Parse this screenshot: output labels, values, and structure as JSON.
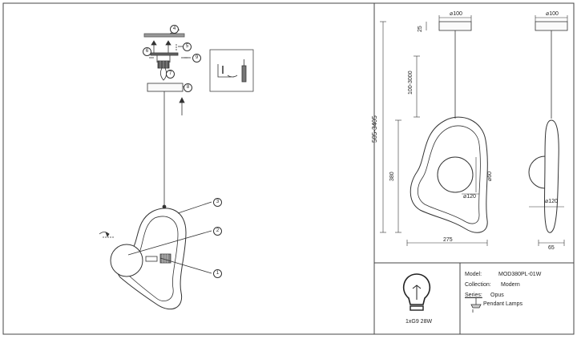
{
  "callouts": [
    "1",
    "2",
    "3",
    "4",
    "5",
    "6",
    "7",
    "8",
    "9"
  ],
  "dimensions": {
    "canopy_dia_front": "⌀100",
    "canopy_dia_side": "⌀100",
    "canopy_height": "25",
    "cable_length": "100-3000",
    "total_height": "505-3405",
    "body_height": "380",
    "body_width": "275",
    "body_depth": "65",
    "globe_height": "⌀60",
    "globe_dia_front": "⌀120",
    "globe_dia_side": "⌀120"
  },
  "title_block": {
    "bulb_label": "1xG9 28W",
    "model_label": "Model:",
    "model_value": "MOD380PL-01W",
    "collection_label": "Collection:",
    "collection_value": "Modern",
    "series_label": "Series:",
    "series_value": "Opus",
    "category": "Pendant Lamps"
  }
}
